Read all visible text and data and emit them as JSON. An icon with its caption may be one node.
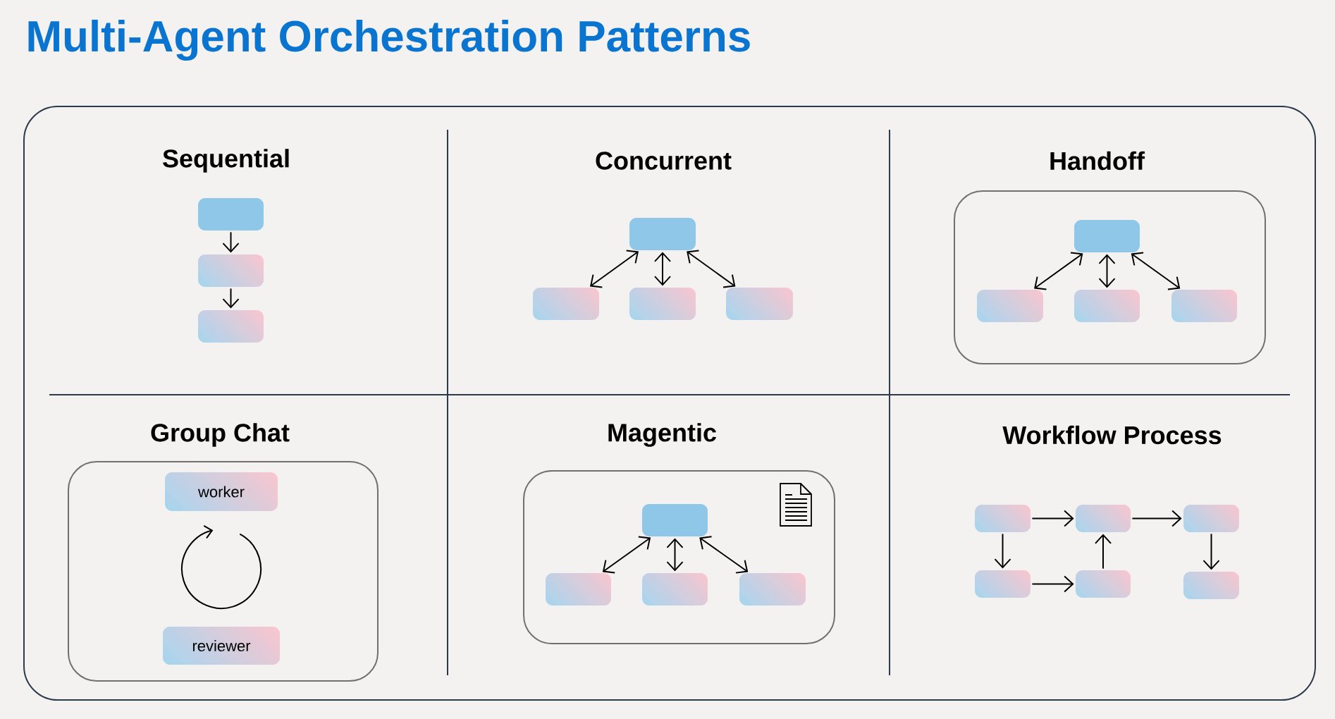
{
  "diagram": {
    "title": "Multi-Agent Orchestration Patterns",
    "nodes": [
      {
        "text": [],
        "shape": "box"
      },
      {
        "text": [],
        "shape": "box"
      },
      {
        "text": [],
        "shape": "box"
      },
      {
        "text": [],
        "shape": "box"
      },
      {
        "text": [],
        "shape": "box"
      },
      {
        "text": [],
        "shape": "box"
      },
      {
        "text": [],
        "shape": "box"
      },
      {
        "text": [
          "Handoff"
        ]
      },
      {
        "text": [],
        "shape": "box",
        "in": 7
      },
      {
        "text": [],
        "shape": "box",
        "in": 7
      },
      {
        "text": [],
        "shape": "box",
        "in": 7
      },
      {
        "text": [],
        "shape": "box",
        "in": 7
      },
      {
        "text": [
          "Group Chat"
        ]
      },
      {
        "text": [
          "worker"
        ],
        "in": 12
      },
      {
        "text": [
          "reviewer"
        ],
        "in": 12
      },
      {
        "text": [
          "Magentic"
        ]
      },
      {
        "text": [],
        "shape": "box",
        "in": 15
      },
      {
        "text": [],
        "shape": "box",
        "in": 15
      },
      {
        "text": [],
        "shape": "box",
        "in": 15
      },
      {
        "text": [],
        "shape": "box",
        "in": 15
      },
      {
        "text": [],
        "shape": "box"
      },
      {
        "text": [],
        "shape": "box"
      },
      {
        "text": [],
        "shape": "box"
      },
      {
        "text": [],
        "shape": "box"
      },
      {
        "text": [],
        "shape": "box"
      },
      {
        "text": [],
        "shape": "box"
      }
    ],
    "edges": [
      {
        "from": 0,
        "to": 1,
        "arrow": "to"
      },
      {
        "from": 1,
        "to": 2,
        "arrow": "to"
      },
      {
        "from": 3,
        "to": 4,
        "arrow": "both"
      },
      {
        "from": 3,
        "to": 5,
        "arrow": "both"
      },
      {
        "from": 3,
        "to": 6,
        "arrow": "both"
      },
      {
        "from": 8,
        "to": 9,
        "arrow": "both"
      },
      {
        "from": 8,
        "to": 10,
        "arrow": "both"
      },
      {
        "from": 8,
        "to": 11,
        "arrow": "both"
      },
      {
        "from": 16,
        "to": 17,
        "arrow": "both"
      },
      {
        "from": 16,
        "to": 18,
        "arrow": "both"
      },
      {
        "from": 16,
        "to": 19,
        "arrow": "both"
      },
      {
        "from": 20,
        "to": 21,
        "arrow": "to"
      },
      {
        "from": 21,
        "to": 22,
        "arrow": "to"
      },
      {
        "from": 20,
        "to": 23,
        "arrow": "to"
      },
      {
        "from": 23,
        "to": 24,
        "arrow": "to"
      },
      {
        "from": 24,
        "to": 21,
        "arrow": "to"
      },
      {
        "from": 22,
        "to": 25,
        "arrow": "to"
      }
    ],
    "labels": [
      "Sequential",
      "Concurrent",
      "Workflow Process"
    ]
  }
}
